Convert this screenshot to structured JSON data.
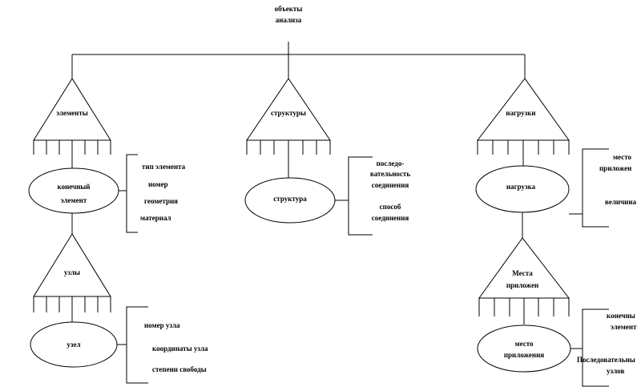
{
  "root": {
    "line1": "объекты",
    "line2": "анализа"
  },
  "elements": {
    "triangle_label": "элементы",
    "node_line1": "конечный",
    "node_line2": "элемент",
    "attributes": [
      "тип элемента",
      "номер",
      "геометрия",
      "материал"
    ]
  },
  "structures": {
    "triangle_label": "структуры",
    "node_label": "структура",
    "attributes": [
      "последо-",
      "вательность",
      "соединения",
      "способ",
      "соединения"
    ]
  },
  "loads": {
    "triangle_label": "нагрузки",
    "node_label": "нагрузка",
    "attributes": [
      "место",
      "приложен",
      "величина"
    ]
  },
  "nodes": {
    "triangle_label": "узлы",
    "node_label": "узел",
    "attributes": [
      "номер узла",
      "координаты узла",
      "степени свободы"
    ]
  },
  "places": {
    "triangle_line1": "Места",
    "triangle_line2": "приложен",
    "node_line1": "место",
    "node_line2": "приложения",
    "attributes": [
      "конечны",
      "элемент",
      "Последовательны",
      "узлов"
    ]
  }
}
